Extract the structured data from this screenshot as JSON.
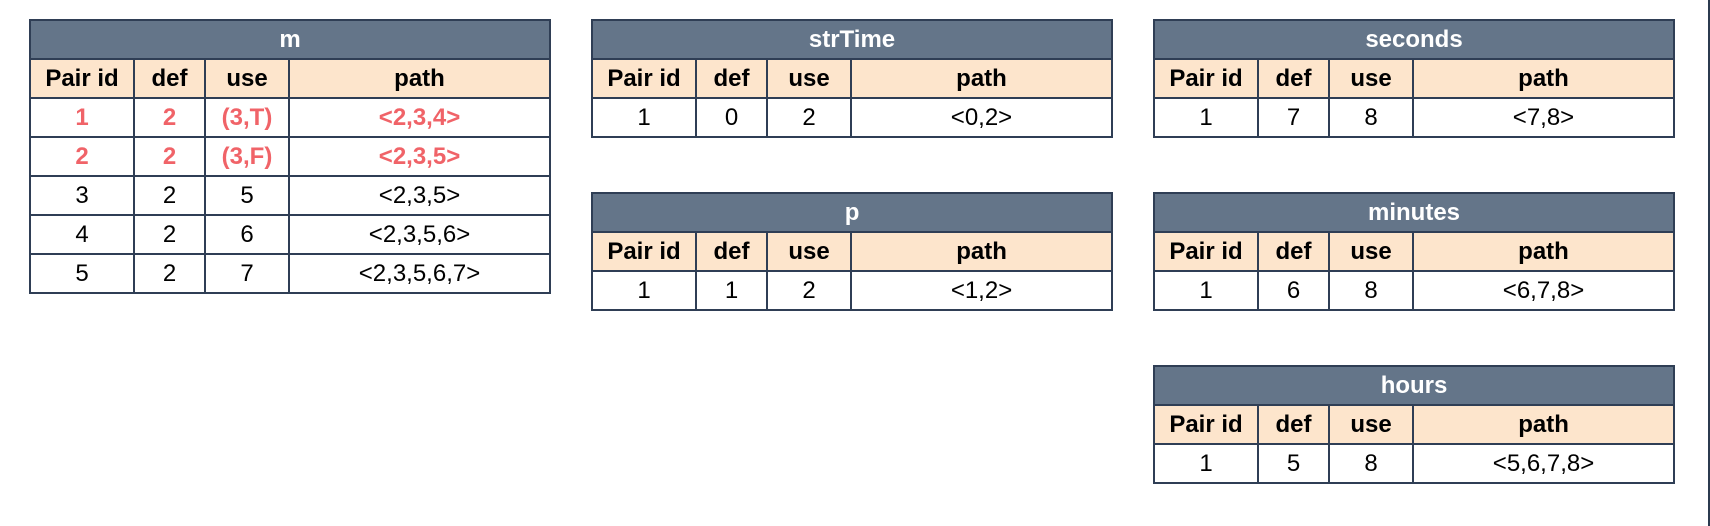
{
  "colors": {
    "title_bg": "#647589",
    "header_bg": "#fde5cc",
    "border": "#2f3e55",
    "highlight_text": "#f06368"
  },
  "columns": [
    "Pair id",
    "def",
    "use",
    "path"
  ],
  "tables": {
    "m": {
      "title": "m",
      "rows": [
        {
          "id": "1",
          "def": "2",
          "use": "(3,T)",
          "path": "<2,3,4>",
          "highlight": true
        },
        {
          "id": "2",
          "def": "2",
          "use": "(3,F)",
          "path": "<2,3,5>",
          "highlight": true
        },
        {
          "id": "3",
          "def": "2",
          "use": "5",
          "path": "<2,3,5>",
          "highlight": false
        },
        {
          "id": "4",
          "def": "2",
          "use": "6",
          "path": "<2,3,5,6>",
          "highlight": false
        },
        {
          "id": "5",
          "def": "2",
          "use": "7",
          "path": "<2,3,5,6,7>",
          "highlight": false
        }
      ]
    },
    "strTime": {
      "title": "strTime",
      "rows": [
        {
          "id": "1",
          "def": "0",
          "use": "2",
          "path": "<0,2>",
          "highlight": false
        }
      ]
    },
    "seconds": {
      "title": "seconds",
      "rows": [
        {
          "id": "1",
          "def": "7",
          "use": "8",
          "path": "<7,8>",
          "highlight": false
        }
      ]
    },
    "p": {
      "title": "p",
      "rows": [
        {
          "id": "1",
          "def": "1",
          "use": "2",
          "path": "<1,2>",
          "highlight": false
        }
      ]
    },
    "minutes": {
      "title": "minutes",
      "rows": [
        {
          "id": "1",
          "def": "6",
          "use": "8",
          "path": "<6,7,8>",
          "highlight": false
        }
      ]
    },
    "hours": {
      "title": "hours",
      "rows": [
        {
          "id": "1",
          "def": "5",
          "use": "8",
          "path": "<5,6,7,8>",
          "highlight": false
        }
      ]
    }
  }
}
